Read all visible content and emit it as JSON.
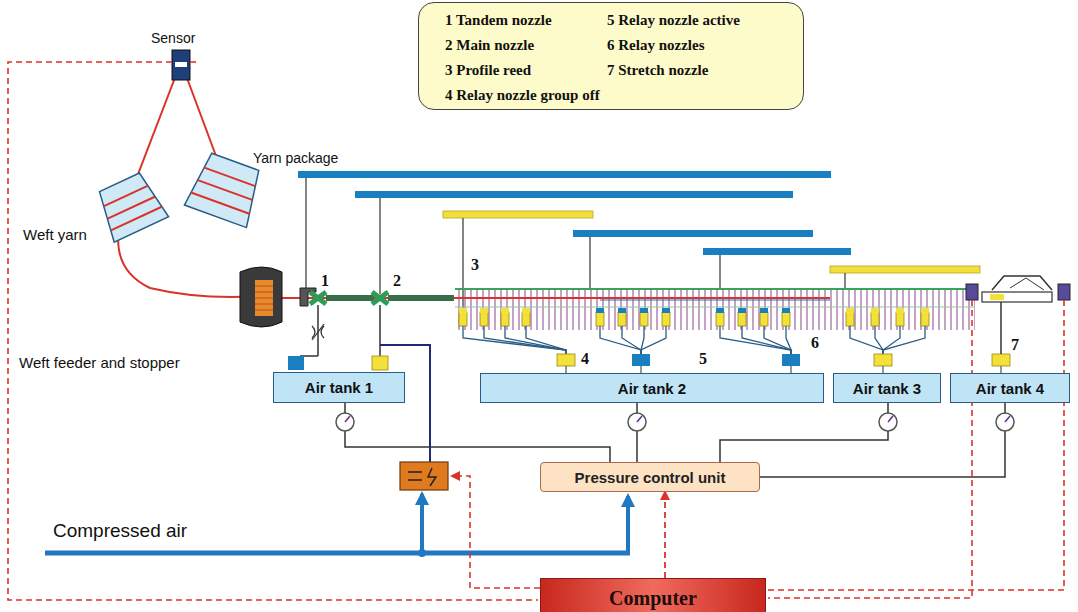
{
  "diagram": {
    "nodes": [
      {
        "text": [
          "1 Tandem nozzle",
          "2 Main nozzle",
          "3 Profile reed",
          "4 Relay nozzle group off",
          "5 Relay nozzle active",
          "6 Relay nozzles",
          "7 Stretch nozzle"
        ]
      },
      {
        "text": [
          "Air tank 1"
        ]
      },
      {
        "text": [
          "Air tank 2"
        ]
      },
      {
        "text": [
          "Air tank 3"
        ]
      },
      {
        "text": [
          "Air tank 4"
        ]
      },
      {
        "text": [
          "Pressure control unit"
        ]
      },
      {
        "text": [
          "Computer"
        ]
      }
    ],
    "edges": [
      {
        "from": 1,
        "to": 5,
        "arrow": "none"
      },
      {
        "from": 2,
        "to": 5,
        "arrow": "none"
      },
      {
        "from": 3,
        "to": 5,
        "arrow": "none"
      },
      {
        "from": 4,
        "to": 5,
        "arrow": "none"
      },
      {
        "from": 6,
        "to": 5,
        "arrow": "to"
      }
    ],
    "labels": [
      "Sensor",
      "Yarn package",
      "Weft yarn",
      "Weft feeder and stopper",
      "Compressed air",
      "1",
      "2",
      "3",
      "4",
      "5",
      "6",
      "7"
    ]
  }
}
